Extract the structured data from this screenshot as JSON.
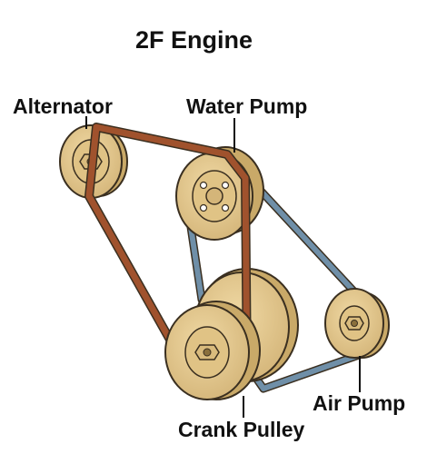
{
  "title": "2F Engine",
  "labels": {
    "alternator": "Alternator",
    "water_pump": "Water Pump",
    "air_pump": "Air Pump",
    "crank_pulley": "Crank Pulley"
  },
  "colors": {
    "pulley_face": "#e6c98e",
    "pulley_rim": "#c9a968",
    "pulley_dark": "#a8884c",
    "outline": "#3a2f20",
    "belt_brown": "#a0522d",
    "belt_blue": "#6f8fa8",
    "text": "#111111"
  }
}
